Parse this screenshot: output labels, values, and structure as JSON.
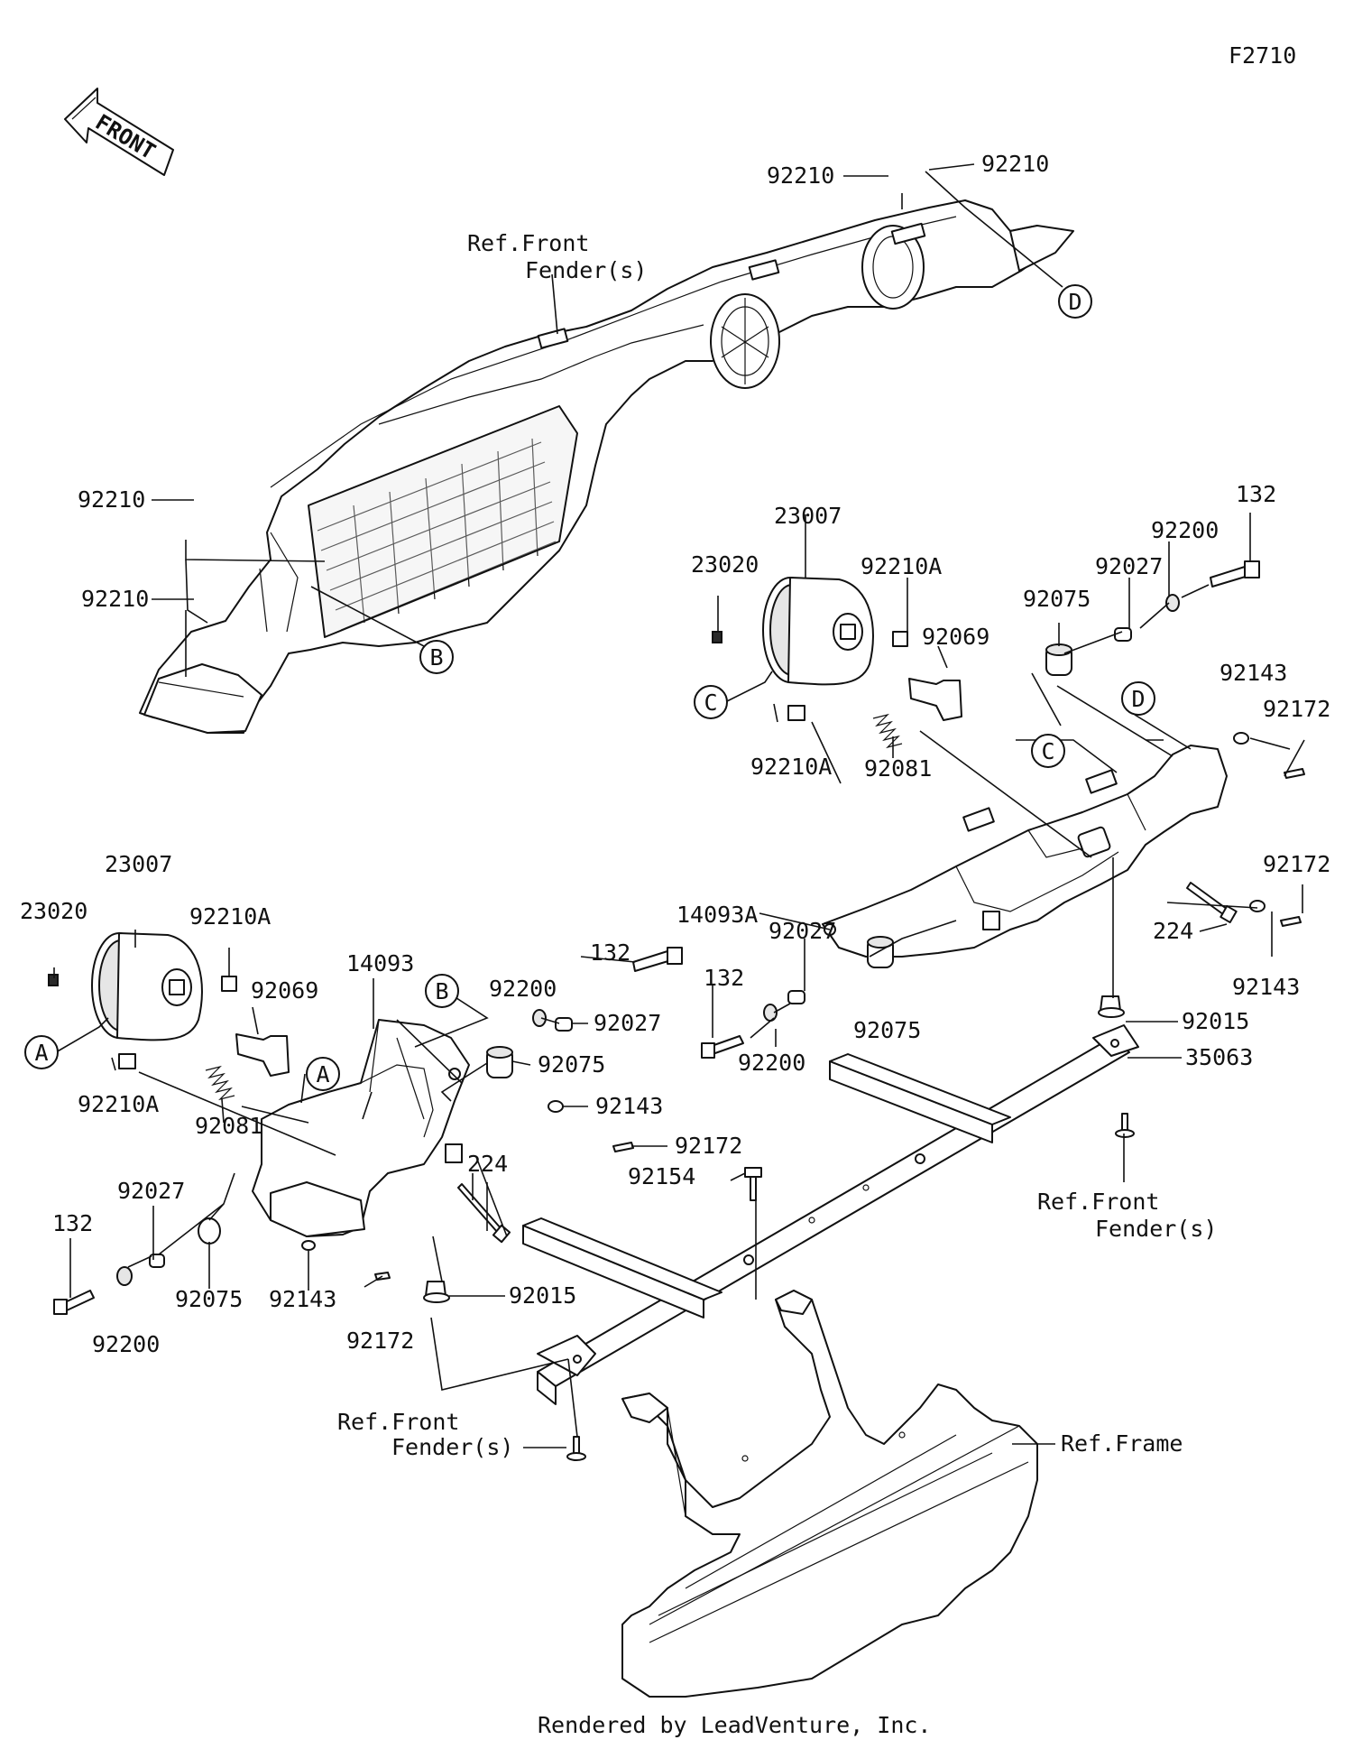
{
  "figure_id": "F2710",
  "front_arrow_label": "FRONT",
  "footer": "Rendered by LeadVenture, Inc.",
  "callouts": {
    "A": "A",
    "B": "B",
    "C": "C",
    "D": "D"
  },
  "parts": {
    "p92210_top_mid": "92210",
    "p92210_top_right": "92210",
    "p92210_left_upper": "92210",
    "p92210_left_lower": "92210",
    "ref_front_fender_top_1": "Ref.Front",
    "ref_front_fender_top_2": "Fender(s)",
    "p132_right": "132",
    "p92200_right": "92200",
    "p92027_right": "92027",
    "p92075_right": "92075",
    "p23007_right": "23007",
    "p23020_right": "23020",
    "p92210A_right_upper": "92210A",
    "p92069_right": "92069",
    "p92210A_right_lower": "92210A",
    "p92081_right": "92081",
    "p92143_right_upper": "92143",
    "p92172_right_upper": "92172",
    "p14093A": "14093A",
    "p92172_right_lower": "92172",
    "p224_right": "224",
    "p92143_right_lower": "92143",
    "p92027_mid": "92027",
    "p132_mid": "132",
    "p92075_mid": "92075",
    "p92200_mid": "92200",
    "p92015_right": "92015",
    "p35063": "35063",
    "ref_front_fender_right_1": "Ref.Front",
    "ref_front_fender_right_2": "Fender(s)",
    "p23007_left": "23007",
    "p23020_left": "23020",
    "p92210A_left_upper": "92210A",
    "p92069_left": "92069",
    "p14093": "14093",
    "p132_center": "132",
    "p92200_center": "92200",
    "p92027_center": "92027",
    "p92075_center": "92075",
    "p92143_center": "92143",
    "p92172_center": "92172",
    "p92210A_left_lower": "92210A",
    "p92081_left": "92081",
    "p224_center": "224",
    "p92154": "92154",
    "p92027_left": "92027",
    "p132_left": "132",
    "p92075_left": "92075",
    "p92143_left": "92143",
    "p92200_left": "92200",
    "p92172_left": "92172",
    "p92015_center": "92015",
    "ref_front_fender_bottom_1": "Ref.Front",
    "ref_front_fender_bottom_2": "Fender(s)",
    "ref_frame": "Ref.Frame"
  }
}
